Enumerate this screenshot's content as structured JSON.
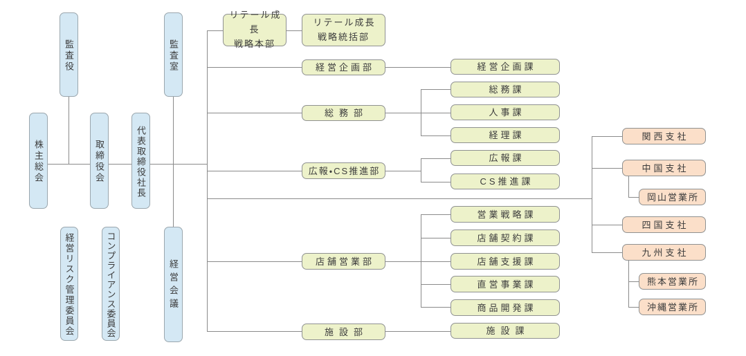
{
  "palette": {
    "box_blue": "#d4e8f4",
    "box_green": "#edf2ca",
    "box_pink": "#fbdfc9",
    "box_border": "#8f9191",
    "connector_line": "#8a8a8a",
    "text": "#3c3c3c",
    "background": "#ffffff"
  },
  "nodes": {
    "kansayaku": "監査役",
    "kansashitsu": "監査室",
    "kabunushi_soukai": "株主総会",
    "torishimariyakukai": "取締役会",
    "daihyo_shacho": "代表取締役社長",
    "keiei_risk_iinkai": "経営リスク管理委員会",
    "compliance_iinkai": "コンプライアンス委員会",
    "keiei_kaigi": "経営会議",
    "retail_honbu": "リテール成長\n戦略本部",
    "retail_toukatsu": "リテール成長\n戦略統括部",
    "keiei_kikaku_bu": "経営企画部",
    "soumu_bu": "総務部",
    "kouhou_cs_bu": "広報・CS推進部",
    "tenpo_eigyo_bu": "店舗営業部",
    "shisetsu_bu": "施設部",
    "keiei_kikaku_ka": "経営企画課",
    "soumu_ka": "総務課",
    "jinji_ka": "人事課",
    "keiri_ka": "経理課",
    "kouhou_ka": "広報課",
    "cs_suishin_ka": "CS推進課",
    "eigyo_senryaku_ka": "営業戦略課",
    "tenpo_keiyaku_ka": "店舗契約課",
    "tenpo_shien_ka": "店舗支援課",
    "chokuei_jigyo_ka": "直営事業課",
    "shouhin_kaihatsu_ka": "商品開発課",
    "shisetsu_ka": "施設課",
    "kansai_shisha": "関西支社",
    "chugoku_shisha": "中国支社",
    "okayama_eigyosho": "岡山営業所",
    "shikoku_shisha": "四国支社",
    "kyushu_shisha": "九州支社",
    "kumamoto_eigyosho": "熊本営業所",
    "okinawa_eigyosho": "沖縄営業所"
  }
}
